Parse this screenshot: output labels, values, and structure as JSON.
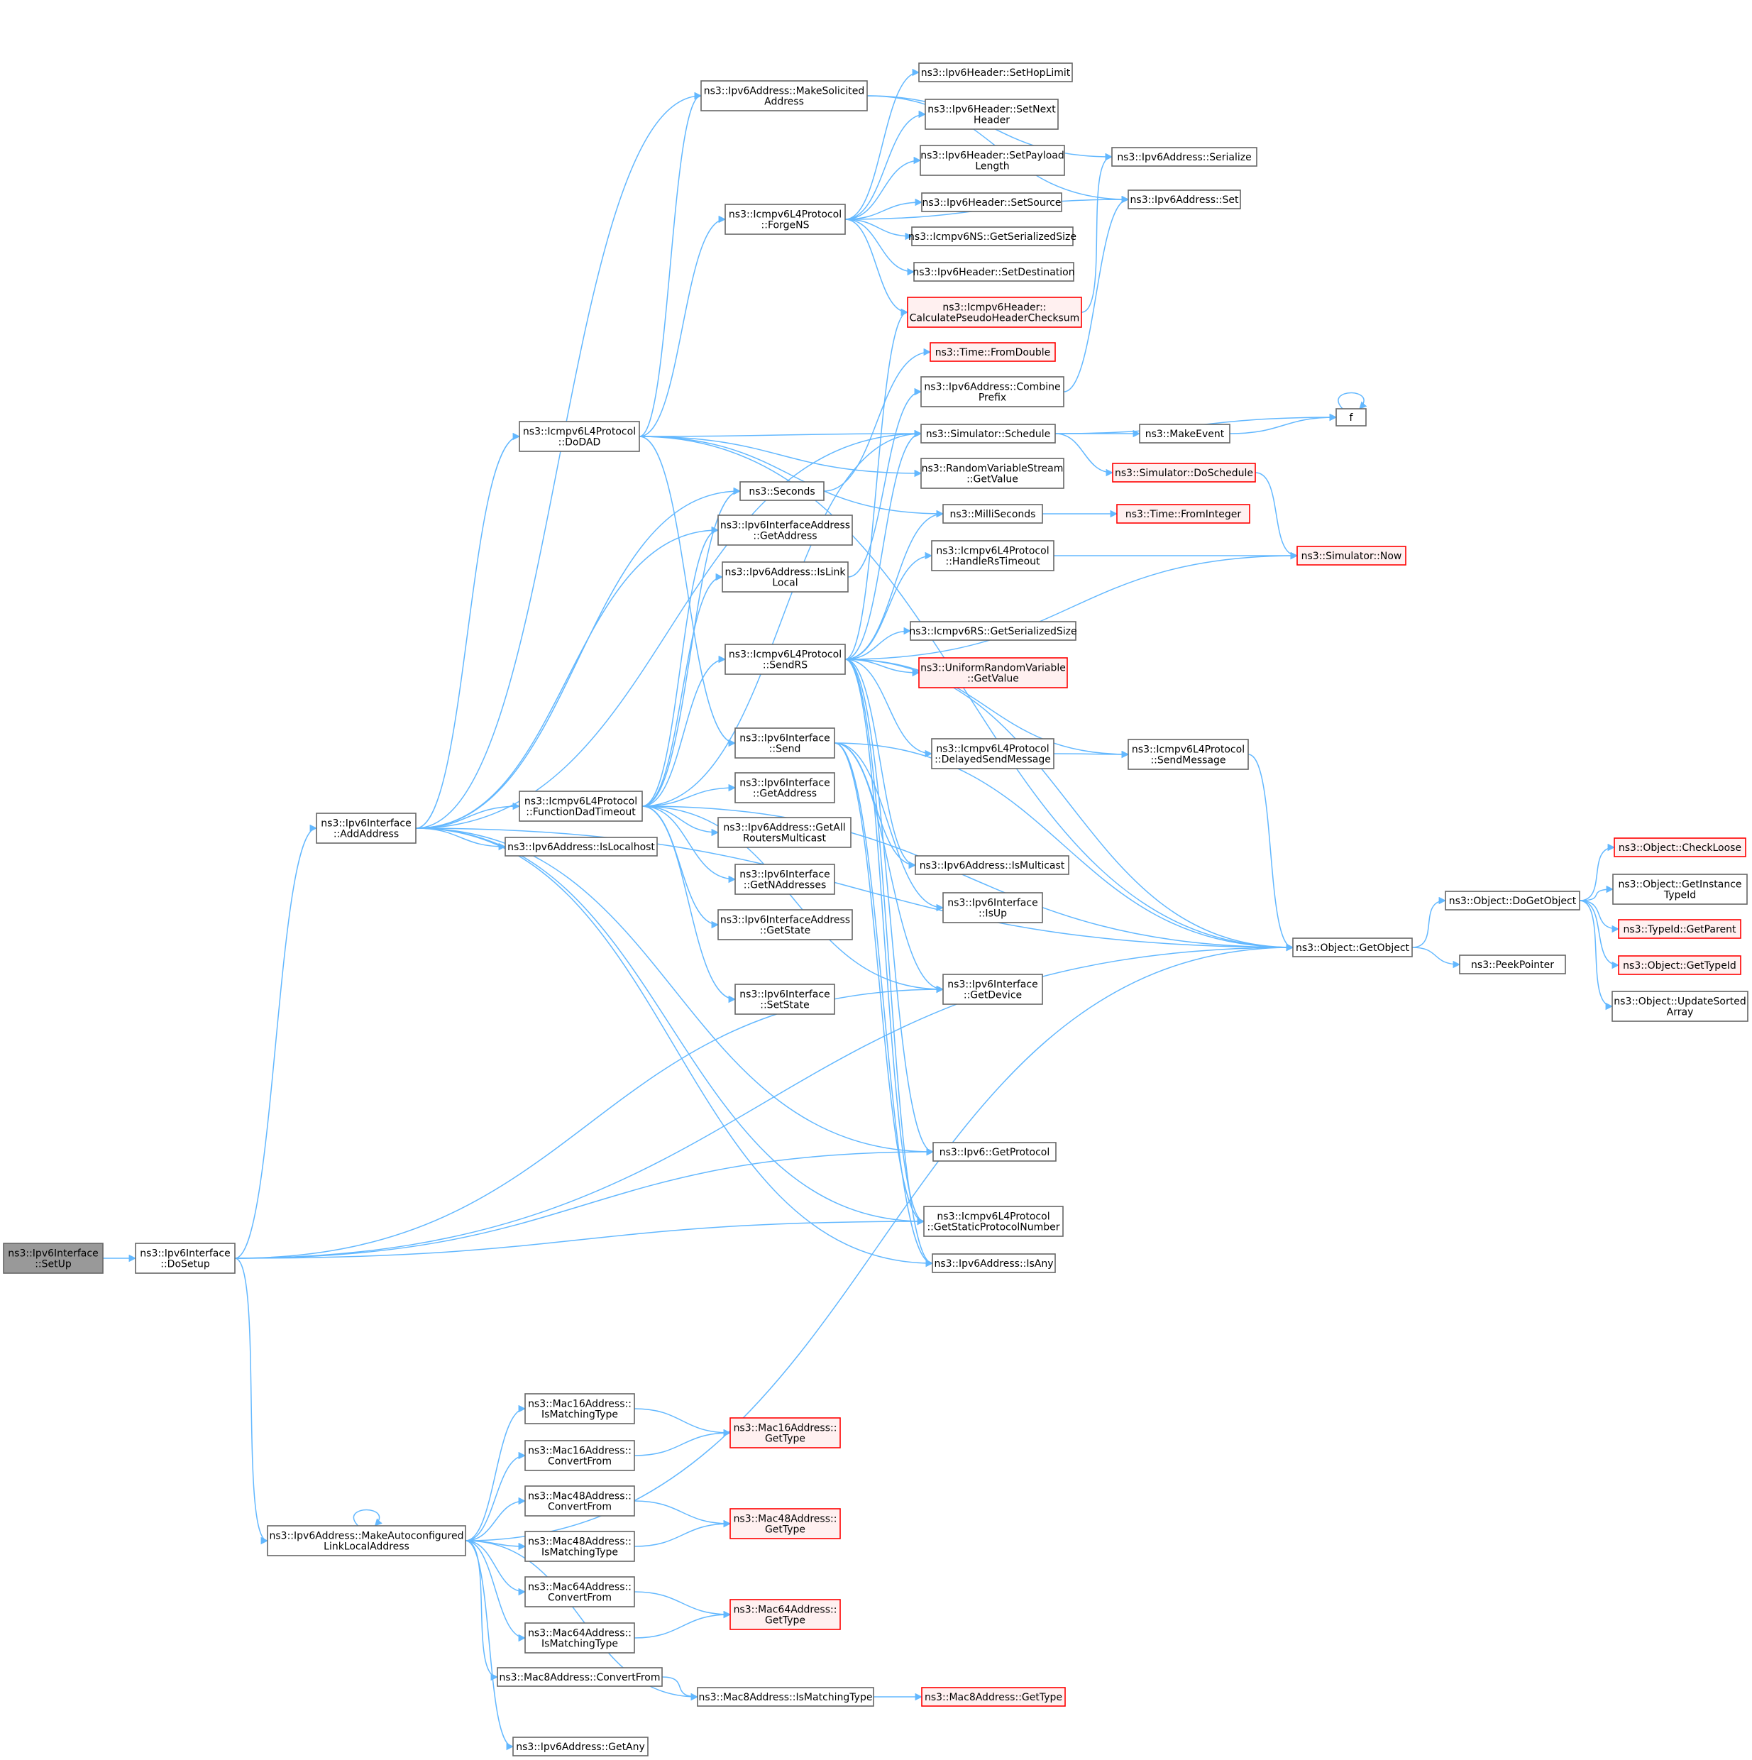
{
  "colors": {
    "edge": "#63b8ff",
    "node_border": "#666666",
    "node_fill": "#ffffff",
    "root_fill": "#999999",
    "root_border": "#666666",
    "truncated_border": "#ff0000",
    "truncated_fill": "#fff0f0",
    "text": "#000000"
  },
  "nodes": {
    "setup": {
      "lines": [
        "ns3::Ipv6Interface",
        "::SetUp"
      ],
      "kind": "root"
    },
    "dosetup": {
      "lines": [
        "ns3::Ipv6Interface",
        "::DoSetup"
      ],
      "kind": "normal"
    },
    "addaddress": {
      "lines": [
        "ns3::Ipv6Interface",
        "::AddAddress"
      ],
      "kind": "normal"
    },
    "makeautoll": {
      "lines": [
        "ns3::Ipv6Address::MakeAutoconfigured",
        "LinkLocalAddress"
      ],
      "kind": "normal"
    },
    "makesolicited": {
      "lines": [
        "ns3::Ipv6Address::MakeSolicited",
        "Address"
      ],
      "kind": "normal"
    },
    "dodad": {
      "lines": [
        "ns3::Icmpv6L4Protocol",
        "::DoDAD"
      ],
      "kind": "normal"
    },
    "functiondad": {
      "lines": [
        "ns3::Icmpv6L4Protocol",
        "::FunctionDadTimeout"
      ],
      "kind": "normal"
    },
    "islocalhost": {
      "lines": [
        "ns3::Ipv6Address::IsLocalhost"
      ],
      "kind": "normal"
    },
    "forgens": {
      "lines": [
        "ns3::Icmpv6L4Protocol",
        "::ForgeNS"
      ],
      "kind": "normal"
    },
    "seconds": {
      "lines": [
        "ns3::Seconds"
      ],
      "kind": "normal"
    },
    "ifaddrgetaddress": {
      "lines": [
        "ns3::Ipv6InterfaceAddress",
        "::GetAddress"
      ],
      "kind": "normal"
    },
    "islinklocal": {
      "lines": [
        "ns3::Ipv6Address::IsLink",
        "Local"
      ],
      "kind": "normal"
    },
    "sendrs": {
      "lines": [
        "ns3::Icmpv6L4Protocol",
        "::SendRS"
      ],
      "kind": "normal"
    },
    "ifsend": {
      "lines": [
        "ns3::Ipv6Interface",
        "::Send"
      ],
      "kind": "normal"
    },
    "ifgetaddress": {
      "lines": [
        "ns3::Ipv6Interface",
        "::GetAddress"
      ],
      "kind": "normal"
    },
    "getallrouters": {
      "lines": [
        "ns3::Ipv6Address::GetAll",
        "RoutersMulticast"
      ],
      "kind": "normal"
    },
    "getnaddresses": {
      "lines": [
        "ns3::Ipv6Interface",
        "::GetNAddresses"
      ],
      "kind": "normal"
    },
    "ifaddrgetstate": {
      "lines": [
        "ns3::Ipv6InterfaceAddress",
        "::GetState"
      ],
      "kind": "normal"
    },
    "ifsetstate": {
      "lines": [
        "ns3::Ipv6Interface",
        "::SetState"
      ],
      "kind": "normal"
    },
    "sethoplimit": {
      "lines": [
        "ns3::Ipv6Header::SetHopLimit"
      ],
      "kind": "normal"
    },
    "setnextheader": {
      "lines": [
        "ns3::Ipv6Header::SetNext",
        "Header"
      ],
      "kind": "normal"
    },
    "setpayloadlen": {
      "lines": [
        "ns3::Ipv6Header::SetPayload",
        "Length"
      ],
      "kind": "normal"
    },
    "setsource": {
      "lines": [
        "ns3::Ipv6Header::SetSource"
      ],
      "kind": "normal"
    },
    "nsgetserial": {
      "lines": [
        "ns3::Icmpv6NS::GetSerializedSize"
      ],
      "kind": "normal"
    },
    "setdestination": {
      "lines": [
        "ns3::Ipv6Header::SetDestination"
      ],
      "kind": "normal"
    },
    "calcchecksum": {
      "lines": [
        "ns3::Icmpv6Header::",
        "CalculatePseudoHeaderChecksum"
      ],
      "kind": "truncated"
    },
    "fromdouble": {
      "lines": [
        "ns3::Time::FromDouble"
      ],
      "kind": "truncated"
    },
    "combineprefix": {
      "lines": [
        "ns3::Ipv6Address::Combine",
        "Prefix"
      ],
      "kind": "normal"
    },
    "schedule": {
      "lines": [
        "ns3::Simulator::Schedule"
      ],
      "kind": "normal"
    },
    "rvsgetvalue": {
      "lines": [
        "ns3::RandomVariableStream",
        "::GetValue"
      ],
      "kind": "normal"
    },
    "milliseconds": {
      "lines": [
        "ns3::MilliSeconds"
      ],
      "kind": "normal"
    },
    "handlerstimeout": {
      "lines": [
        "ns3::Icmpv6L4Protocol",
        "::HandleRsTimeout"
      ],
      "kind": "normal"
    },
    "rsgetserial": {
      "lines": [
        "ns3::Icmpv6RS::GetSerializedSize"
      ],
      "kind": "normal"
    },
    "urvgetvalue": {
      "lines": [
        "ns3::UniformRandomVariable",
        "::GetValue"
      ],
      "kind": "truncated"
    },
    "delayedsend": {
      "lines": [
        "ns3::Icmpv6L4Protocol",
        "::DelayedSendMessage"
      ],
      "kind": "normal"
    },
    "ismulticast": {
      "lines": [
        "ns3::Ipv6Address::IsMulticast"
      ],
      "kind": "normal"
    },
    "isup": {
      "lines": [
        "ns3::Ipv6Interface",
        "::IsUp"
      ],
      "kind": "normal"
    },
    "getdevice": {
      "lines": [
        "ns3::Ipv6Interface",
        "::GetDevice"
      ],
      "kind": "normal"
    },
    "getprotocol": {
      "lines": [
        "ns3::Ipv6::GetProtocol"
      ],
      "kind": "normal"
    },
    "getstaticproto": {
      "lines": [
        "ns3::Icmpv6L4Protocol",
        "::GetStaticProtocolNumber"
      ],
      "kind": "normal"
    },
    "isany": {
      "lines": [
        "ns3::Ipv6Address::IsAny"
      ],
      "kind": "normal"
    },
    "serialize": {
      "lines": [
        "ns3::Ipv6Address::Serialize"
      ],
      "kind": "normal"
    },
    "addrset": {
      "lines": [
        "ns3::Ipv6Address::Set"
      ],
      "kind": "normal"
    },
    "makeevent": {
      "lines": [
        "ns3::MakeEvent"
      ],
      "kind": "normal"
    },
    "f": {
      "lines": [
        "f"
      ],
      "kind": "normal"
    },
    "doschedule": {
      "lines": [
        "ns3::Simulator::DoSchedule"
      ],
      "kind": "truncated"
    },
    "frominteger": {
      "lines": [
        "ns3::Time::FromInteger"
      ],
      "kind": "truncated"
    },
    "now": {
      "lines": [
        "ns3::Simulator::Now"
      ],
      "kind": "truncated"
    },
    "sendmessage": {
      "lines": [
        "ns3::Icmpv6L4Protocol",
        "::SendMessage"
      ],
      "kind": "normal"
    },
    "getobject": {
      "lines": [
        "ns3::Object::GetObject"
      ],
      "kind": "normal"
    },
    "dogetobject": {
      "lines": [
        "ns3::Object::DoGetObject"
      ],
      "kind": "normal"
    },
    "peekpointer": {
      "lines": [
        "ns3::PeekPointer"
      ],
      "kind": "normal"
    },
    "checkloose": {
      "lines": [
        "ns3::Object::CheckLoose"
      ],
      "kind": "truncated"
    },
    "getinstancetypeid": {
      "lines": [
        "ns3::Object::GetInstance",
        "TypeId"
      ],
      "kind": "normal"
    },
    "getparent": {
      "lines": [
        "ns3::TypeId::GetParent"
      ],
      "kind": "truncated"
    },
    "gettypeid": {
      "lines": [
        "ns3::Object::GetTypeId"
      ],
      "kind": "truncated"
    },
    "updatesorted": {
      "lines": [
        "ns3::Object::UpdateSorted",
        "Array"
      ],
      "kind": "normal"
    },
    "mac16ismatching": {
      "lines": [
        "ns3::Mac16Address::",
        "IsMatchingType"
      ],
      "kind": "normal"
    },
    "mac16convert": {
      "lines": [
        "ns3::Mac16Address::",
        "ConvertFrom"
      ],
      "kind": "normal"
    },
    "mac16gettype": {
      "lines": [
        "ns3::Mac16Address::",
        "GetType"
      ],
      "kind": "truncated"
    },
    "mac48convert": {
      "lines": [
        "ns3::Mac48Address::",
        "ConvertFrom"
      ],
      "kind": "normal"
    },
    "mac48ismatching": {
      "lines": [
        "ns3::Mac48Address::",
        "IsMatchingType"
      ],
      "kind": "normal"
    },
    "mac48gettype": {
      "lines": [
        "ns3::Mac48Address::",
        "GetType"
      ],
      "kind": "truncated"
    },
    "mac64convert": {
      "lines": [
        "ns3::Mac64Address::",
        "ConvertFrom"
      ],
      "kind": "normal"
    },
    "mac64ismatching": {
      "lines": [
        "ns3::Mac64Address::",
        "IsMatchingType"
      ],
      "kind": "normal"
    },
    "mac64gettype": {
      "lines": [
        "ns3::Mac64Address::",
        "GetType"
      ],
      "kind": "truncated"
    },
    "mac8convert": {
      "lines": [
        "ns3::Mac8Address::ConvertFrom"
      ],
      "kind": "normal"
    },
    "mac8ismatching": {
      "lines": [
        "ns3::Mac8Address::IsMatchingType"
      ],
      "kind": "normal"
    },
    "mac8gettype": {
      "lines": [
        "ns3::Mac8Address::GetType"
      ],
      "kind": "truncated"
    },
    "getany": {
      "lines": [
        "ns3::Ipv6Address::GetAny"
      ],
      "kind": "normal"
    }
  },
  "edges": [
    [
      "setup",
      "dosetup"
    ],
    [
      "dosetup",
      "addaddress"
    ],
    [
      "dosetup",
      "makeautoll"
    ],
    [
      "dosetup",
      "getdevice"
    ],
    [
      "dosetup",
      "getprotocol"
    ],
    [
      "dosetup",
      "getstaticproto"
    ],
    [
      "dosetup",
      "getobject"
    ],
    [
      "addaddress",
      "makesolicited"
    ],
    [
      "addaddress",
      "dodad"
    ],
    [
      "addaddress",
      "functiondad"
    ],
    [
      "addaddress",
      "islocalhost"
    ],
    [
      "addaddress",
      "schedule"
    ],
    [
      "addaddress",
      "seconds"
    ],
    [
      "addaddress",
      "ifaddrgetaddress"
    ],
    [
      "addaddress",
      "getobject"
    ],
    [
      "addaddress",
      "getprotocol"
    ],
    [
      "addaddress",
      "getstaticproto"
    ],
    [
      "addaddress",
      "isany"
    ],
    [
      "makesolicited",
      "serialize"
    ],
    [
      "makesolicited",
      "addrset"
    ],
    [
      "dodad",
      "makesolicited"
    ],
    [
      "dodad",
      "forgens"
    ],
    [
      "dodad",
      "schedule"
    ],
    [
      "dodad",
      "rvsgetvalue"
    ],
    [
      "dodad",
      "milliseconds"
    ],
    [
      "dodad",
      "ifsend"
    ],
    [
      "dodad",
      "getobject"
    ],
    [
      "forgens",
      "sethoplimit"
    ],
    [
      "forgens",
      "setnextheader"
    ],
    [
      "forgens",
      "setpayloadlen"
    ],
    [
      "forgens",
      "setsource"
    ],
    [
      "forgens",
      "nsgetserial"
    ],
    [
      "forgens",
      "setdestination"
    ],
    [
      "forgens",
      "calcchecksum"
    ],
    [
      "forgens",
      "addrset"
    ],
    [
      "calcchecksum",
      "serialize"
    ],
    [
      "functiondad",
      "seconds"
    ],
    [
      "functiondad",
      "ifaddrgetaddress"
    ],
    [
      "functiondad",
      "islinklocal"
    ],
    [
      "functiondad",
      "sendrs"
    ],
    [
      "functiondad",
      "ifgetaddress"
    ],
    [
      "functiondad",
      "getallrouters"
    ],
    [
      "functiondad",
      "getnaddresses"
    ],
    [
      "functiondad",
      "ifaddrgetstate"
    ],
    [
      "functiondad",
      "ifsetstate"
    ],
    [
      "functiondad",
      "getdevice"
    ],
    [
      "functiondad",
      "getobject"
    ],
    [
      "functiondad",
      "schedule"
    ],
    [
      "seconds",
      "fromdouble"
    ],
    [
      "islinklocal",
      "combineprefix"
    ],
    [
      "combineprefix",
      "addrset"
    ],
    [
      "sendrs",
      "calcchecksum"
    ],
    [
      "sendrs",
      "schedule"
    ],
    [
      "sendrs",
      "milliseconds"
    ],
    [
      "sendrs",
      "handlerstimeout"
    ],
    [
      "sendrs",
      "now"
    ],
    [
      "sendrs",
      "rsgetserial"
    ],
    [
      "sendrs",
      "urvgetvalue"
    ],
    [
      "sendrs",
      "delayedsend"
    ],
    [
      "sendrs",
      "sendmessage"
    ],
    [
      "sendrs",
      "getobject"
    ],
    [
      "sendrs",
      "ismulticast"
    ],
    [
      "sendrs",
      "getprotocol"
    ],
    [
      "sendrs",
      "getstaticproto"
    ],
    [
      "sendrs",
      "isany"
    ],
    [
      "ifsend",
      "ismulticast"
    ],
    [
      "ifsend",
      "isup"
    ],
    [
      "ifsend",
      "getdevice"
    ],
    [
      "ifsend",
      "getobject"
    ],
    [
      "ifsend",
      "getstaticproto"
    ],
    [
      "ifsend",
      "isany"
    ],
    [
      "schedule",
      "makeevent"
    ],
    [
      "schedule",
      "f"
    ],
    [
      "schedule",
      "doschedule"
    ],
    [
      "makeevent",
      "f"
    ],
    [
      "f",
      "f"
    ],
    [
      "doschedule",
      "now"
    ],
    [
      "milliseconds",
      "frominteger"
    ],
    [
      "handlerstimeout",
      "now"
    ],
    [
      "delayedsend",
      "sendmessage"
    ],
    [
      "sendmessage",
      "getobject"
    ],
    [
      "getobject",
      "dogetobject"
    ],
    [
      "getobject",
      "peekpointer"
    ],
    [
      "dogetobject",
      "checkloose"
    ],
    [
      "dogetobject",
      "getinstancetypeid"
    ],
    [
      "dogetobject",
      "getparent"
    ],
    [
      "dogetobject",
      "gettypeid"
    ],
    [
      "dogetobject",
      "updatesorted"
    ],
    [
      "makeautoll",
      "makeautoll"
    ],
    [
      "makeautoll",
      "getobject"
    ],
    [
      "makeautoll",
      "mac16ismatching"
    ],
    [
      "makeautoll",
      "mac16convert"
    ],
    [
      "makeautoll",
      "mac48convert"
    ],
    [
      "makeautoll",
      "mac48ismatching"
    ],
    [
      "makeautoll",
      "mac64convert"
    ],
    [
      "makeautoll",
      "mac64ismatching"
    ],
    [
      "makeautoll",
      "mac8convert"
    ],
    [
      "makeautoll",
      "mac8ismatching"
    ],
    [
      "makeautoll",
      "getany"
    ],
    [
      "mac16ismatching",
      "mac16gettype"
    ],
    [
      "mac16convert",
      "mac16gettype"
    ],
    [
      "mac48convert",
      "mac48gettype"
    ],
    [
      "mac48ismatching",
      "mac48gettype"
    ],
    [
      "mac64convert",
      "mac64gettype"
    ],
    [
      "mac64ismatching",
      "mac64gettype"
    ],
    [
      "mac8convert",
      "mac8ismatching"
    ],
    [
      "mac8ismatching",
      "mac8gettype"
    ]
  ]
}
